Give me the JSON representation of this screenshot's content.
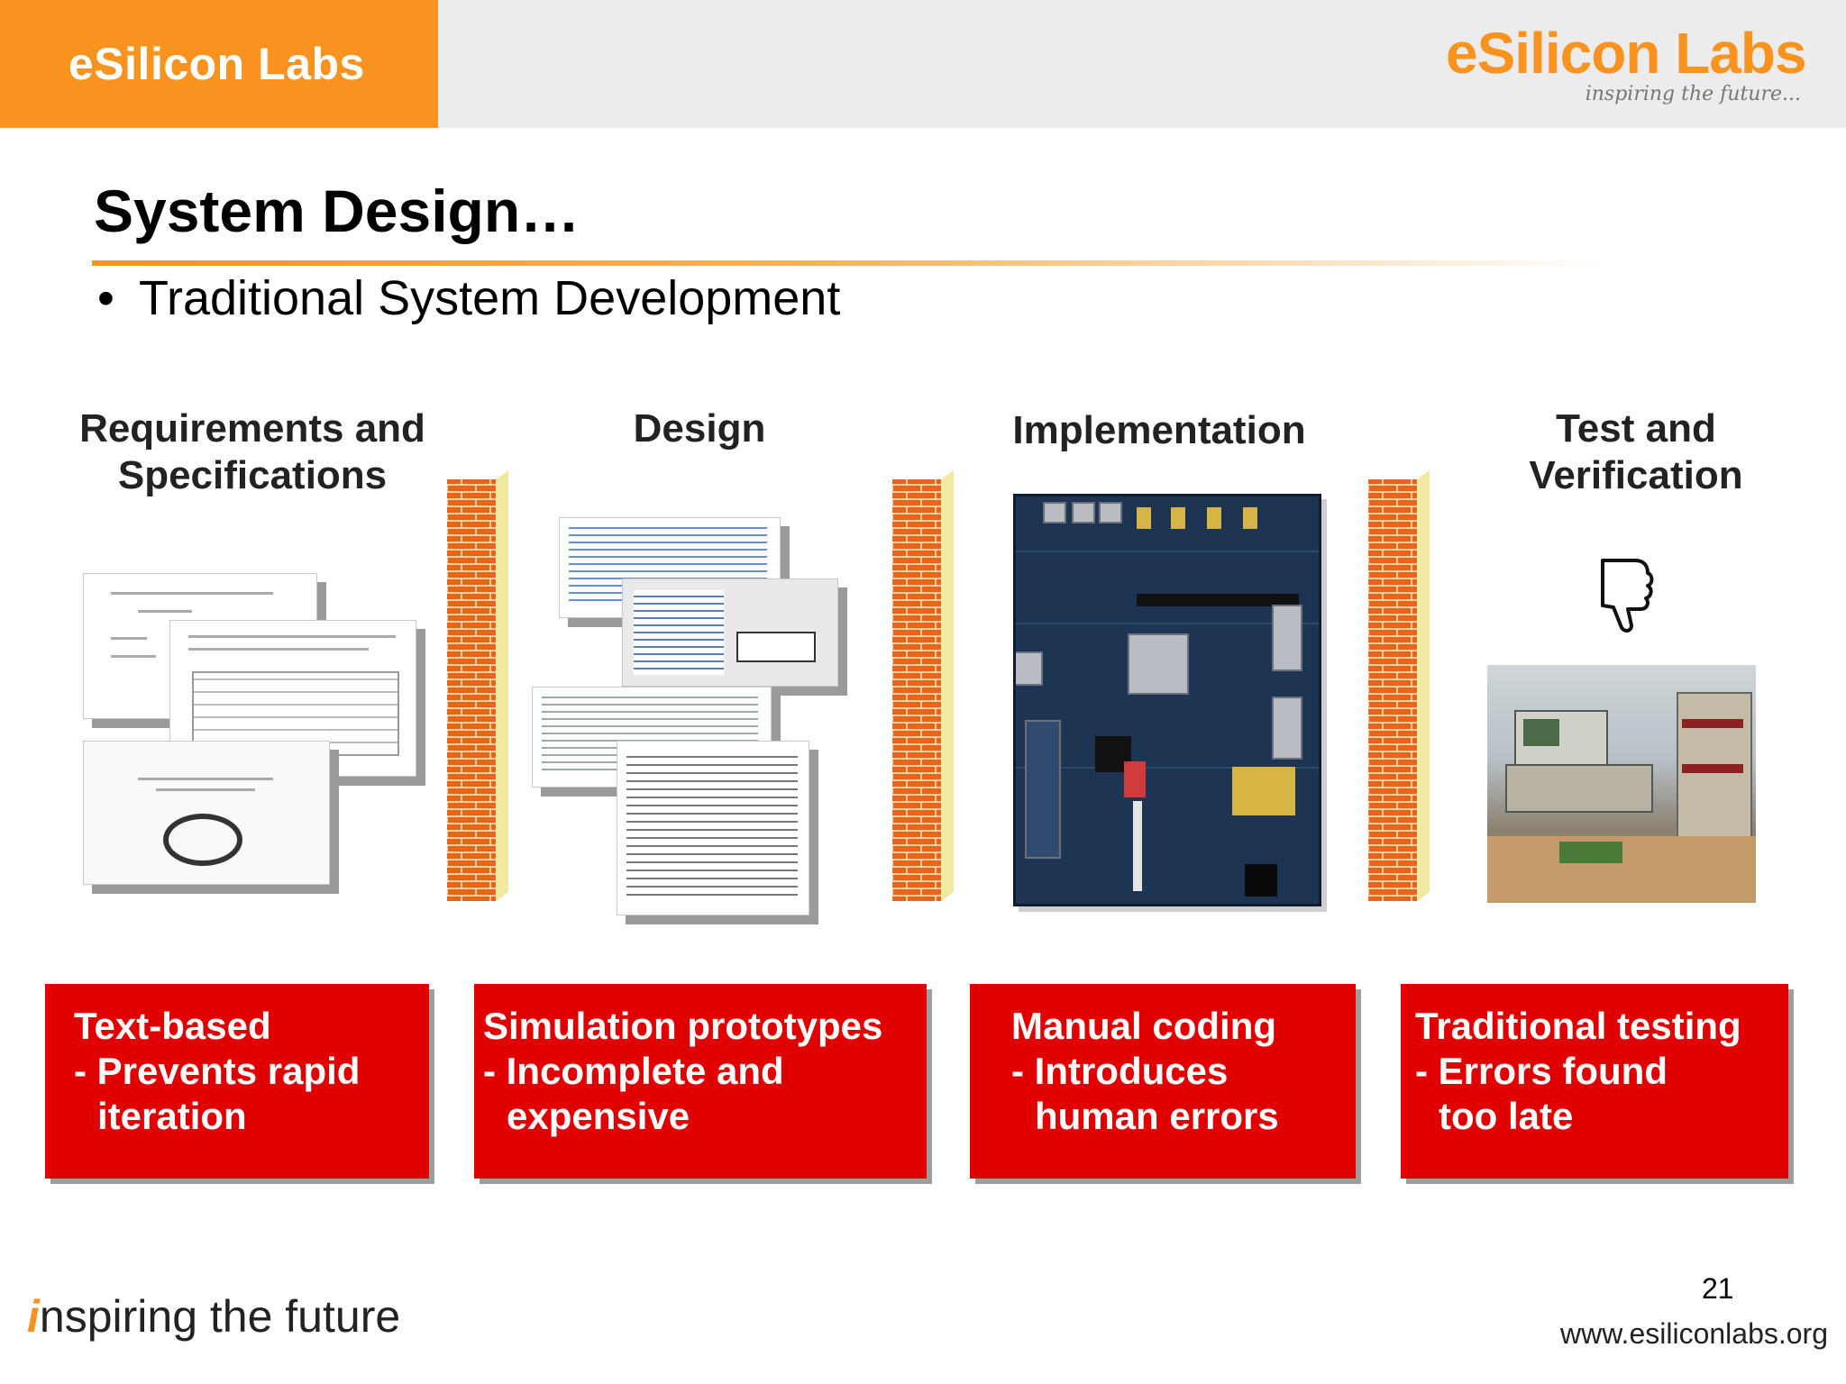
{
  "header": {
    "brand_tab": "eSilicon Labs",
    "logo_text": "eSilicon Labs",
    "logo_tagline": "inspiring the future..."
  },
  "slide": {
    "title": "System Design…",
    "bullet": "Traditional System Development",
    "columns": [
      {
        "heading_lines": [
          "Requirements and",
          "Specifications"
        ],
        "box_title": "Text-based",
        "box_lines": [
          "- Prevents rapid",
          "  iteration"
        ]
      },
      {
        "heading_lines": [
          "Design"
        ],
        "box_title": "Simulation prototypes",
        "box_lines": [
          "- Incomplete and",
          "  expensive"
        ]
      },
      {
        "heading_lines": [
          "Implementation"
        ],
        "box_title": "Manual coding",
        "box_lines": [
          "- Introduces",
          "  human errors"
        ]
      },
      {
        "heading_lines": [
          "Test and",
          "Verification"
        ],
        "box_title": "Traditional testing",
        "box_lines": [
          "- Errors found",
          "  too late"
        ]
      }
    ]
  },
  "footer": {
    "logo_i": "i",
    "logo_text": "nspiring the future",
    "page_number": "21",
    "url": "www.esiliconlabs.org"
  },
  "colors": {
    "brand_orange": "#f7931e",
    "box_red": "#e00000",
    "wall_brick": "#e8641a",
    "wall_side": "#f2e9a0"
  },
  "icons": [
    "brick-wall-icon",
    "thumbs-down-icon",
    "pcb-board-image",
    "lab-photo-image",
    "document-stack-image",
    "code-screens-image"
  ]
}
